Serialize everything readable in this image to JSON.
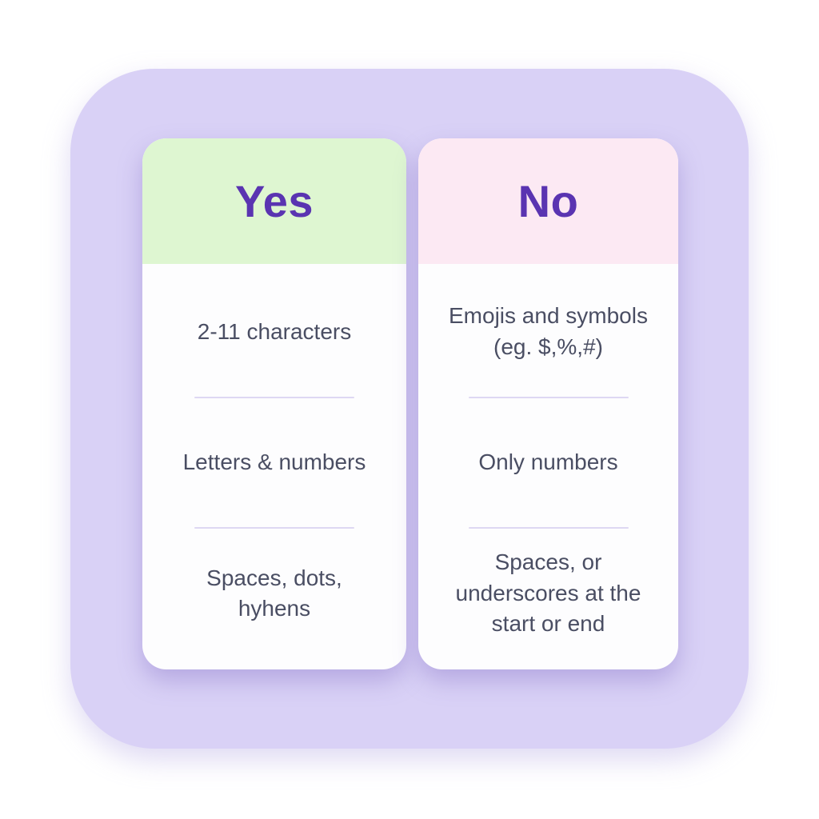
{
  "panel_name": "username-rules-comparison",
  "columns": [
    {
      "id": "yes",
      "title": "Yes",
      "items": [
        "2-11 characters",
        "Letters & numbers",
        "Spaces, dots,\nhyhens"
      ]
    },
    {
      "id": "no",
      "title": "No",
      "items": [
        "Emojis and symbols\n(eg. $,%,#)",
        "Only numbers",
        "Spaces, or\nunderscores at the\nstart or end"
      ]
    }
  ],
  "colors": {
    "page_bg": "#ffffff",
    "panel_bg": "#d9d1f6",
    "card_bg": "#fdfdfe",
    "yes_header_bg": "#def6d1",
    "no_header_bg": "#fce9f3",
    "heading_text": "#5a34b1",
    "body_text": "#4a4e63",
    "divider": "#ded8f3"
  }
}
